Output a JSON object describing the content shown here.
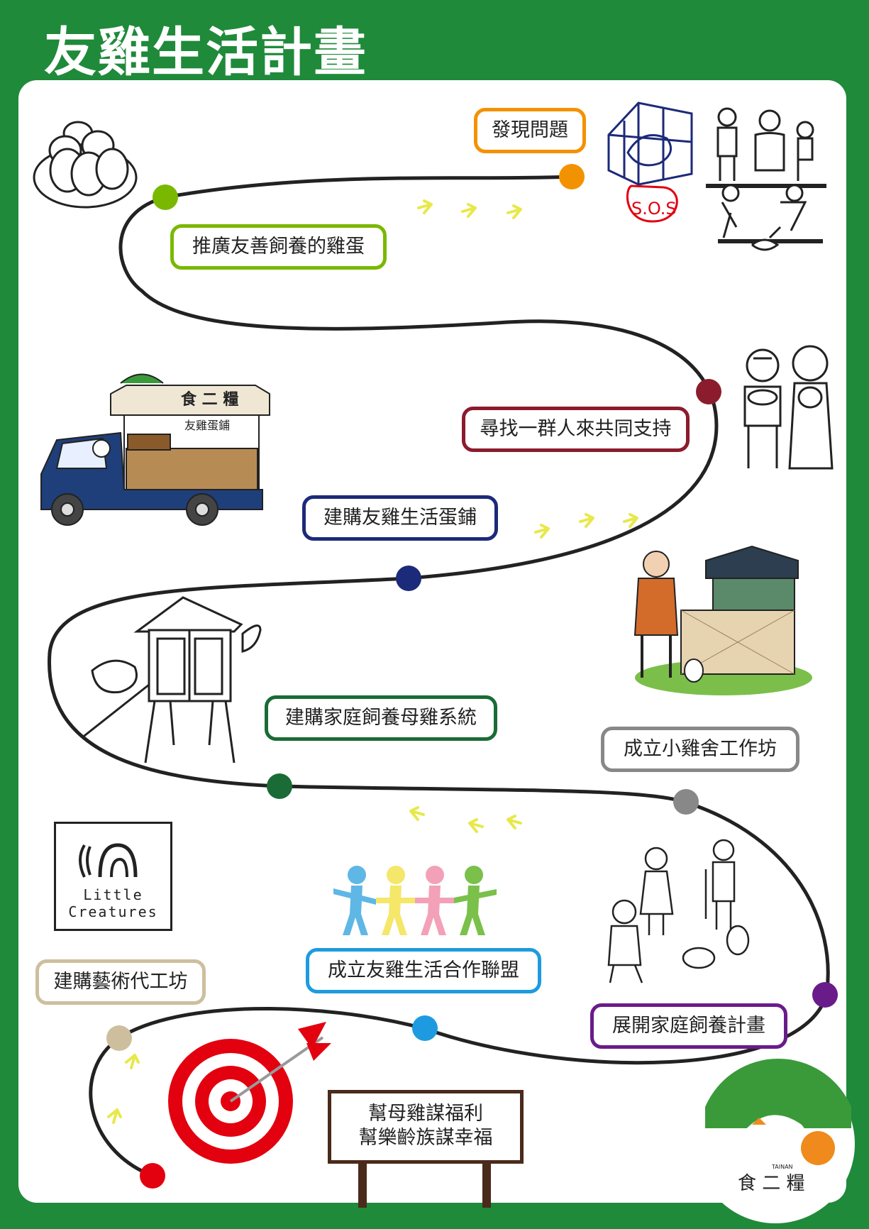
{
  "title": "友雞生活計畫",
  "stages": [
    {
      "label": "發現問題",
      "color": "#f39200"
    },
    {
      "label": "推廣友善飼養的雞蛋",
      "color": "#7ab800"
    },
    {
      "label": "尋找一群人來共同支持",
      "color": "#8b1c2e"
    },
    {
      "label": "建購友雞生活蛋鋪",
      "color": "#1c2a7a"
    },
    {
      "label": "成立小雞舍工作坊",
      "color": "#888888"
    },
    {
      "label": "建購家庭飼養母雞系統",
      "color": "#1a6b35"
    },
    {
      "label": "展開家庭飼養計畫",
      "color": "#6a1b8a"
    },
    {
      "label": "成立友雞生活合作聯盟",
      "color": "#1e9be0"
    },
    {
      "label": "建購藝術代工坊",
      "color": "#cdbf9e"
    }
  ],
  "goal_sign": {
    "line1": "幫母雞謀福利",
    "line2": "幫樂齡族謀幸福",
    "color": "#e3000f"
  },
  "illustrations": {
    "sos_text": "S.O.S",
    "truck_sign": "食 二 糧",
    "truck_banner": "友雞蛋鋪",
    "little_creatures_line1": "Little",
    "little_creatures_line2": "Creatures"
  },
  "logo": {
    "brand": "食 二 糧",
    "sub": "TAINAN",
    "green": "#3a9a3a",
    "orange": "#f08a1c"
  }
}
